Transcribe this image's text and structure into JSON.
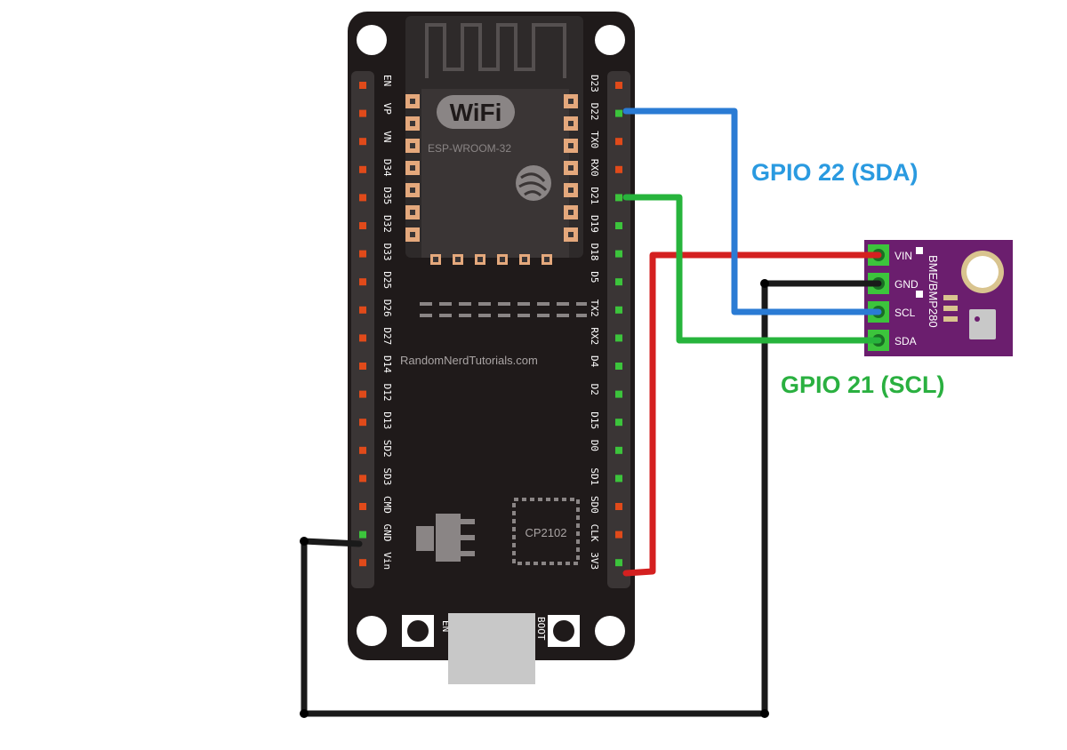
{
  "board": {
    "module_label": "ESP-WROOM-32",
    "wifi_logo_text": "WiFi",
    "watermark": "RandomNerdTutorials.com",
    "usb_chip_label": "CP2102",
    "en_button_label": "EN",
    "boot_button_label": "BOOT",
    "left_pins": [
      "EN",
      "VP",
      "VN",
      "D34",
      "D35",
      "D32",
      "D33",
      "D25",
      "D26",
      "D27",
      "D14",
      "D12",
      "D13",
      "SD2",
      "SD3",
      "CMD",
      "GND",
      "Vin"
    ],
    "right_pins": [
      "D23",
      "D22",
      "TX0",
      "RX0",
      "D21",
      "D19",
      "D18",
      "D5",
      "TX2",
      "RX2",
      "D4",
      "D2",
      "D15",
      "D0",
      "SD1",
      "SD0",
      "CLK",
      "3V3"
    ]
  },
  "sensor": {
    "name": "BME/BMP280",
    "pins": [
      "VIN",
      "GND",
      "SCL",
      "SDA"
    ]
  },
  "annotations": {
    "sda": "GPIO 22 (SDA)",
    "scl": "GPIO 21 (SCL)"
  },
  "colors": {
    "board": "#1f1a1a",
    "sensor": "#6b1e6e",
    "wire_power": "#d42020",
    "wire_ground": "#1a1a1a",
    "wire_sda": "#2a7bd4",
    "wire_scl": "#27b43c",
    "label_sda": "#2a9ae0",
    "label_scl": "#2ab040"
  }
}
